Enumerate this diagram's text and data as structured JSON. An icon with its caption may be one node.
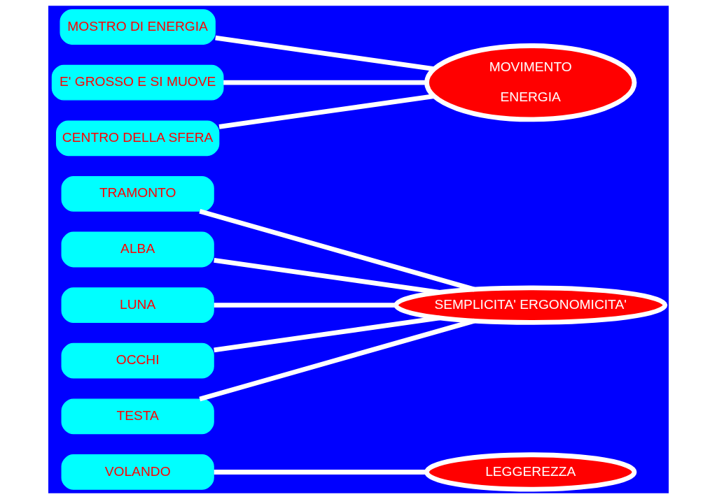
{
  "diagram": {
    "nodes": [
      {
        "text": [
          "VOLANDO"
        ]
      },
      {
        "text": [
          "LEGGEREZZA"
        ]
      },
      {
        "text": [
          "TRAMONTO"
        ]
      },
      {
        "text": [
          "ALBA"
        ]
      },
      {
        "text": [
          "LUNA"
        ]
      },
      {
        "text": [
          "OCCHI"
        ]
      },
      {
        "text": [
          "TESTA"
        ]
      },
      {
        "text": [
          "SEMPLICITA' ERGONOMICITA'"
        ]
      },
      {
        "text": [
          "MOSTRO DI ENERGIA"
        ]
      },
      {
        "text": [
          "E' GROSSO E SI MUOVE"
        ]
      },
      {
        "text": [
          "CENTRO DELLA SFERA"
        ]
      },
      {
        "text": [
          "MOVIMENTO",
          "ENERGIA"
        ]
      }
    ],
    "edges": [
      {
        "from": 0,
        "to": 1,
        "arrow": "none"
      },
      {
        "from": 2,
        "to": 7,
        "arrow": "none"
      },
      {
        "from": 3,
        "to": 7,
        "arrow": "none"
      },
      {
        "from": 4,
        "to": 7,
        "arrow": "none"
      },
      {
        "from": 5,
        "to": 7,
        "arrow": "none"
      },
      {
        "from": 6,
        "to": 7,
        "arrow": "none"
      },
      {
        "from": 8,
        "to": 11,
        "arrow": "none"
      },
      {
        "from": 9,
        "to": 11,
        "arrow": "none"
      },
      {
        "from": 10,
        "to": 11,
        "arrow": "none"
      }
    ]
  }
}
